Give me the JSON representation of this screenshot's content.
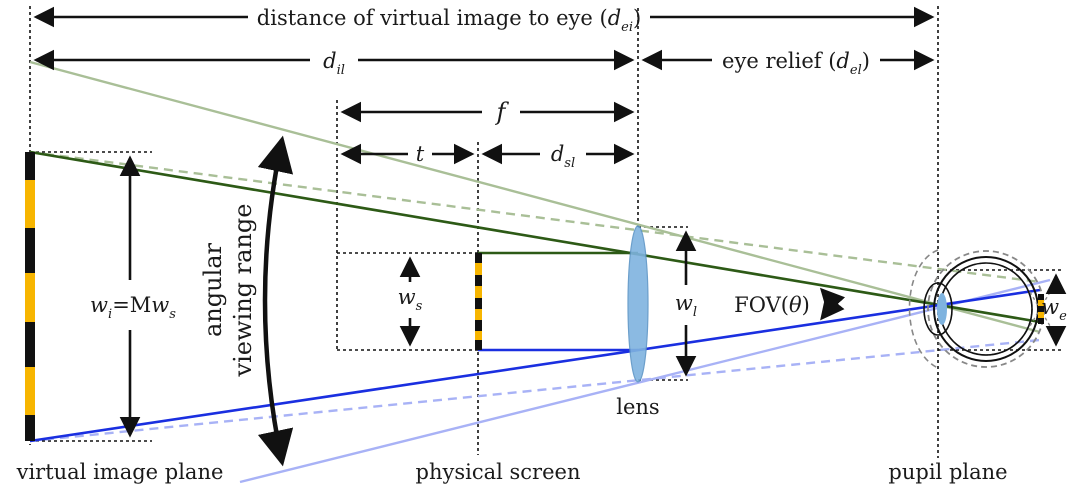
{
  "diagram": {
    "top_dimension": {
      "text": "distance of virtual image to eye (",
      "var": "d",
      "sub": "ei",
      "close": ")"
    },
    "d_il": {
      "var": "d",
      "sub": "il"
    },
    "eye_relief": {
      "text": "eye relief (",
      "var": "d",
      "sub": "el",
      "close": ")"
    },
    "f_label": "f",
    "t_label": "t",
    "d_sl": {
      "var": "d",
      "sub": "sl"
    },
    "wi_label": {
      "w": "w",
      "wsub": "i",
      "eq": "=M",
      "w2": "w",
      "w2sub": "s"
    },
    "ws_label": {
      "w": "w",
      "sub": "s"
    },
    "wl_label": {
      "w": "w",
      "sub": "l"
    },
    "we_label": {
      "w": "w",
      "sub": "e"
    },
    "angular_range": [
      "angular",
      "viewing range"
    ],
    "fov": {
      "text": "FOV(",
      "theta": "θ",
      "close": ")"
    },
    "bottom_labels": {
      "virtual_image_plane": "virtual image plane",
      "physical_screen": "physical screen",
      "lens": "lens",
      "pupil_plane": "pupil plane"
    },
    "colors": {
      "green_ray": "#2d5a16",
      "light_green_ray": "#a9bf97",
      "blue_ray": "#1a2fe0",
      "light_blue_ray": "#a8b2f6",
      "lens_fill": "#7fb3df",
      "stripe_yellow": "#f7b500",
      "stripe_black": "#111111"
    },
    "icons": [
      "eye-icon",
      "lens-icon",
      "rotation-arrow-icon"
    ]
  }
}
